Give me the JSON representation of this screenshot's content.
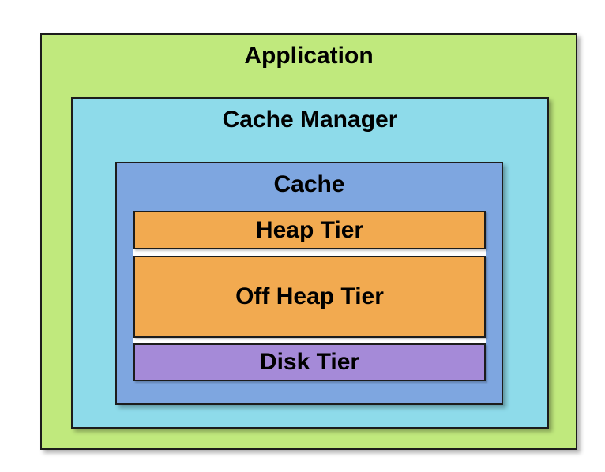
{
  "diagram": {
    "application": {
      "label": "Application",
      "fill": "#c0e97d"
    },
    "cache_manager": {
      "label": "Cache Manager",
      "fill": "#8edbea"
    },
    "cache": {
      "label": "Cache",
      "fill": "#7ea6e0"
    },
    "tiers": [
      {
        "label": "Heap Tier",
        "fill": "#f2aa50"
      },
      {
        "label": "Off Heap Tier",
        "fill": "#f2aa50"
      },
      {
        "label": "Disk Tier",
        "fill": "#a58ad8"
      }
    ],
    "separator_color": "#ffffff",
    "border_color": "#1c1c1c",
    "text_color": "#000000",
    "page_background": "#ffffff"
  }
}
